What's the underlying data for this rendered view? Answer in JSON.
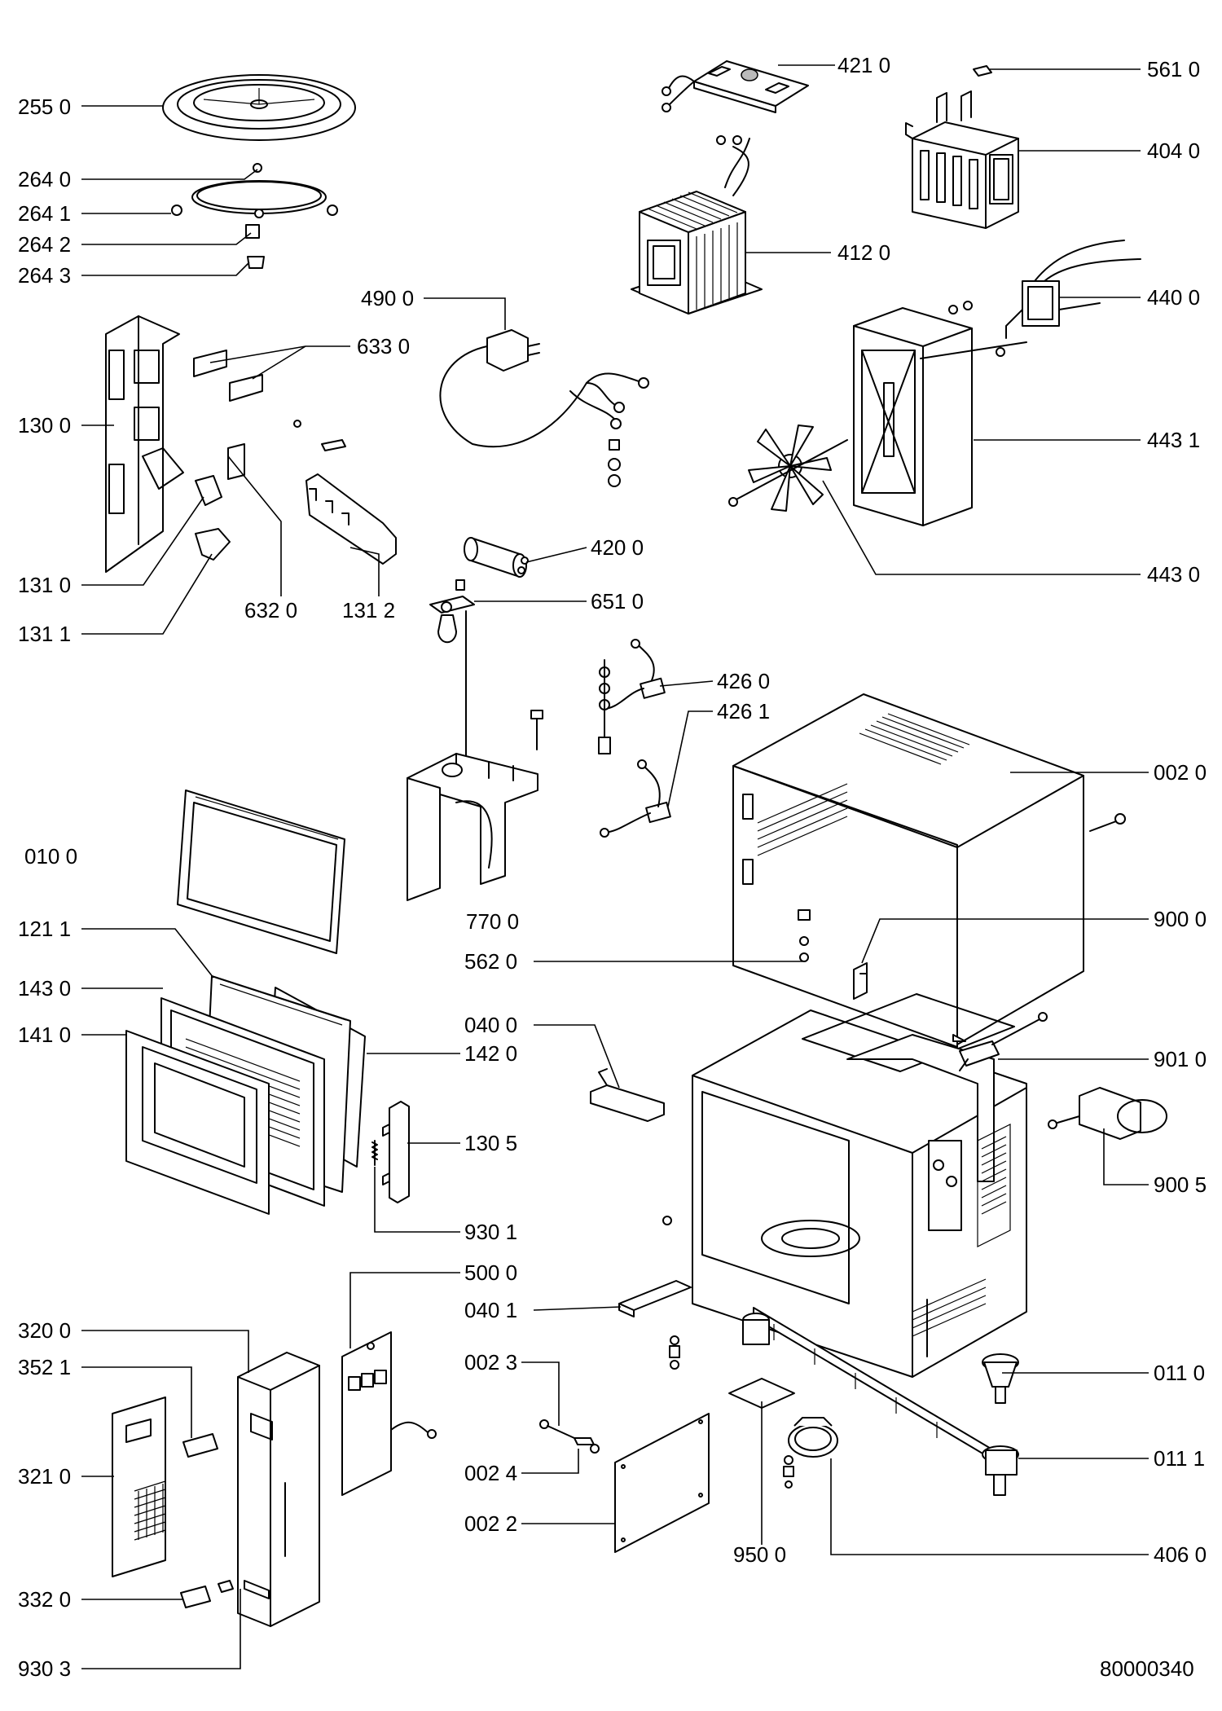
{
  "diagram": {
    "colors": {
      "line": "#000000",
      "background": "#ffffff",
      "shade": "#bbbbbb"
    },
    "labels": {
      "p2550": "255 0",
      "p2640": "264 0",
      "p2641": "264 1",
      "p2642": "264 2",
      "p2643": "264 3",
      "p1300": "130 0",
      "p1310": "131 0",
      "p1311": "131 1",
      "p6320": "632 0",
      "p1312": "131 2",
      "p6330": "633 0",
      "p4900": "490 0",
      "p4210": "421 0",
      "p4120": "412 0",
      "p5610": "561 0",
      "p4040": "404 0",
      "p4400": "440 0",
      "p4431": "443 1",
      "p4430": "443 0",
      "p4200": "420 0",
      "p6510": "651 0",
      "p4260": "426 0",
      "p4261": "426 1",
      "p0100": "010 0",
      "p7700": "770 0",
      "p0020": "002 0",
      "p9000": "900 0",
      "p1211": "121 1",
      "p5620": "562 0",
      "p1430": "143 0",
      "p0400": "040 0",
      "p1410": "141 0",
      "p1420": "142 0",
      "p9010": "901 0",
      "p1305": "130 5",
      "p9005": "900 5",
      "p9301": "930 1",
      "p5000": "500 0",
      "p0401": "040 1",
      "p3200": "320 0",
      "p0023": "002 3",
      "p0110": "011 0",
      "p3521": "352 1",
      "p0111": "011 1",
      "p3210": "321 0",
      "p0024": "002 4",
      "p0022": "002 2",
      "p9500": "950 0",
      "p4060": "406 0",
      "p3320": "332 0",
      "p9303": "930 3",
      "drawing_number": "80000340"
    }
  }
}
